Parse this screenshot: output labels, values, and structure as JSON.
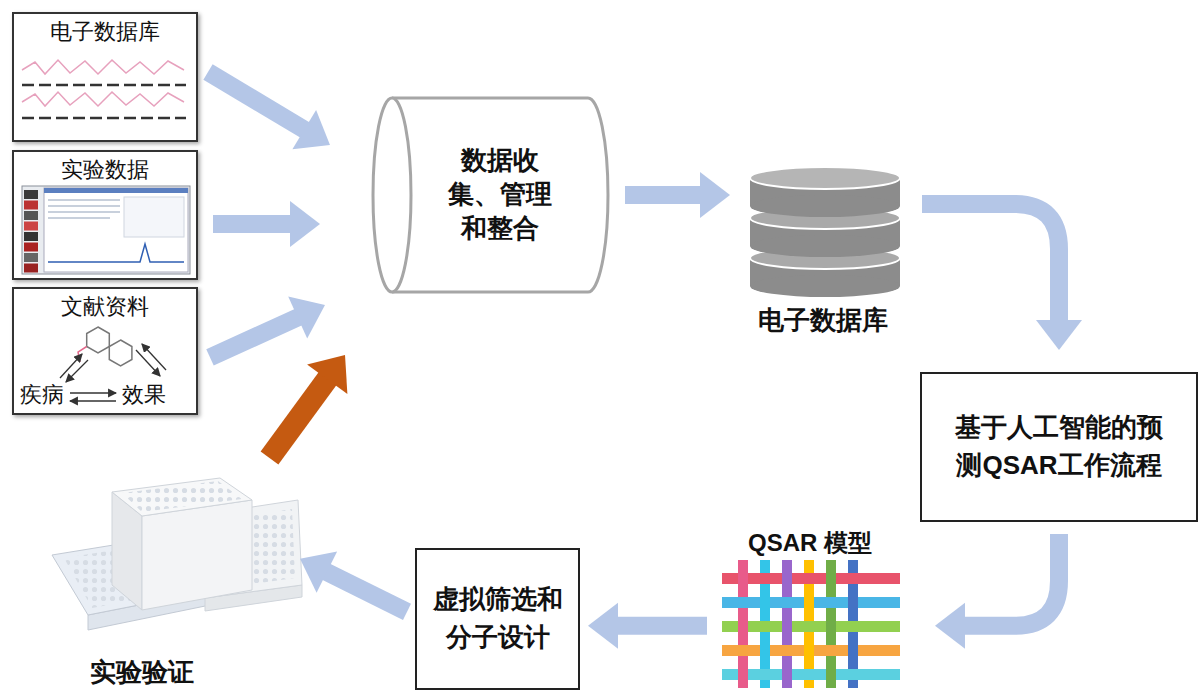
{
  "diagram": {
    "nodes": [
      {
        "text": [
          "电子数据库"
        ]
      },
      {
        "text": [
          "实验数据"
        ]
      },
      {
        "text": [
          "文献资料",
          "疾病",
          "效果"
        ]
      },
      {
        "text": [
          "数据收集、管理和整合"
        ]
      },
      {
        "text": [
          "电子数据库"
        ]
      },
      {
        "text": [
          "基于人工智能的预测QSAR工作流程"
        ]
      },
      {
        "text": [
          "QSAR 模型"
        ]
      },
      {
        "text": [
          "虚拟筛选和分子设计"
        ]
      },
      {
        "text": [
          "实验验证"
        ]
      }
    ],
    "edges": [
      {
        "from": 0,
        "to": 3,
        "arrow": "to"
      },
      {
        "from": 1,
        "to": 3,
        "arrow": "to"
      },
      {
        "from": 2,
        "to": 3,
        "arrow": "to"
      },
      {
        "from": 3,
        "to": 4,
        "arrow": "to"
      },
      {
        "from": 4,
        "to": 5,
        "arrow": "to"
      },
      {
        "from": 5,
        "to": 6,
        "arrow": "to"
      },
      {
        "from": 6,
        "to": 7,
        "arrow": "to"
      },
      {
        "from": 7,
        "to": 8,
        "arrow": "to"
      },
      {
        "from": 8,
        "to": 3,
        "arrow": "to"
      }
    ]
  }
}
